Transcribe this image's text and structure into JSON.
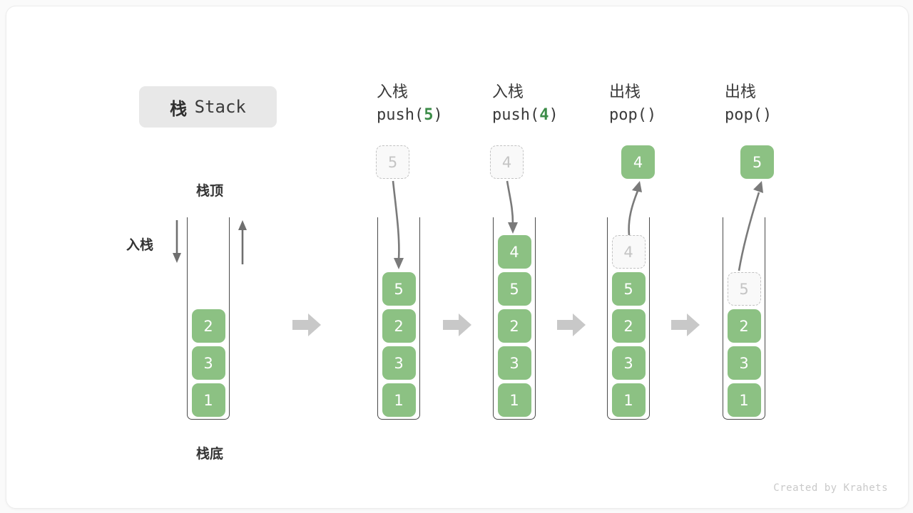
{
  "title": {
    "cn": "栈",
    "en": "Stack"
  },
  "labels": {
    "top": "栈顶",
    "bottom": "栈底",
    "push_side": "入栈",
    "pop_side": "出栈"
  },
  "footer": "Created by Krahets",
  "colors": {
    "cell_green": "#8cc183",
    "code_green": "#3c8c48",
    "ghost_border": "#c2c2c2",
    "ghost_text": "#c4c4c4",
    "frame": "#4a4a4a",
    "arrow_gray": "#777777",
    "flow_arrow": "#c8c8c8",
    "badge_bg": "#e8e8e8"
  },
  "steps": [
    {
      "id": "initial",
      "header_cn": "",
      "header_code": "",
      "cells_top_to_bottom": [
        "2",
        "3",
        "1"
      ],
      "ghost_index": -1,
      "float_box": null
    },
    {
      "id": "push-5",
      "header_cn": "入栈",
      "header_code_prefix": "push(",
      "header_code_num": "5",
      "header_code_suffix": ")",
      "cells_top_to_bottom": [
        "5",
        "2",
        "3",
        "1"
      ],
      "ghost_index": -1,
      "float_box": {
        "value": "5",
        "style": "ghost"
      }
    },
    {
      "id": "push-4",
      "header_cn": "入栈",
      "header_code_prefix": "push(",
      "header_code_num": "4",
      "header_code_suffix": ")",
      "cells_top_to_bottom": [
        "4",
        "5",
        "2",
        "3",
        "1"
      ],
      "ghost_index": -1,
      "float_box": {
        "value": "4",
        "style": "ghost"
      }
    },
    {
      "id": "pop-1",
      "header_cn": "出栈",
      "header_code_prefix": "pop(",
      "header_code_num": "",
      "header_code_suffix": ")",
      "cells_top_to_bottom": [
        "4",
        "5",
        "2",
        "3",
        "1"
      ],
      "ghost_index": 0,
      "float_box": {
        "value": "4",
        "style": "solid"
      }
    },
    {
      "id": "pop-2",
      "header_cn": "出栈",
      "header_code_prefix": "pop(",
      "header_code_num": "",
      "header_code_suffix": ")",
      "cells_top_to_bottom": [
        "5",
        "2",
        "3",
        "1"
      ],
      "ghost_index": 0,
      "float_box": {
        "value": "5",
        "style": "solid"
      }
    }
  ],
  "flow_arrows": 4
}
